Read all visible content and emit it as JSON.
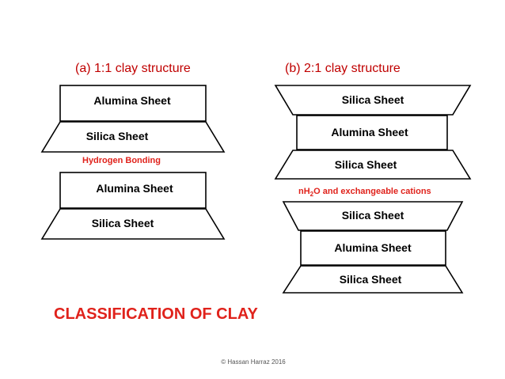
{
  "panel_a": {
    "title": "(a) 1:1 clay structure",
    "unit1": {
      "alumina": "Alumina Sheet",
      "silica": "Silica Sheet"
    },
    "bond_label": "Hydrogen Bonding",
    "unit2": {
      "alumina": "Alumina Sheet",
      "silica": "Silica Sheet"
    }
  },
  "panel_b": {
    "title": "(b) 2:1 clay structure",
    "unit1": {
      "silica_top": "Silica Sheet",
      "alumina": "Alumina Sheet",
      "silica_bottom": "Silica Sheet"
    },
    "interlayer": {
      "prefix": "nH",
      "sub": "2",
      "suffix": "O and exchangeable cations"
    },
    "unit2": {
      "silica_top": "Silica Sheet",
      "alumina": "Alumina Sheet",
      "silica_bottom": "Silica Sheet"
    }
  },
  "heading": "CLASSIFICATION OF CLAY",
  "copyright": "© Hassan Harraz 2016",
  "colors": {
    "accent_red": "#e0221b",
    "title_red": "#c00000",
    "outline": "#000000"
  }
}
